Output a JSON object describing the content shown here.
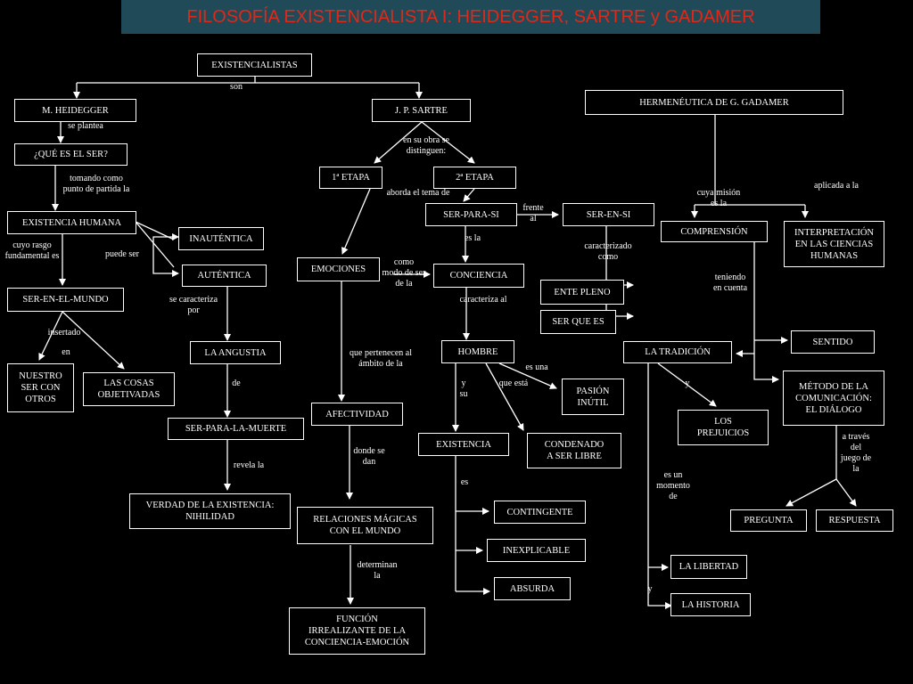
{
  "title": "FILOSOFÍA EXISTENCIALISTA I: HEIDEGGER, SARTRE y GADAMER",
  "nodes": {
    "existencialistas": "EXISTENCIALISTAS",
    "heidegger": "M. HEIDEGGER",
    "sartre": "J. P.  SARTRE",
    "gadamer": "HERMENÉUTICA DE G. GADAMER",
    "que_es_el_ser": "¿QUÉ ES EL SER?",
    "existencia_humana": "EXISTENCIA HUMANA",
    "inautentica": "INAUTÉNTICA",
    "autentica": "AUTÉNTICA",
    "ser_en_el_mundo": "SER-EN-EL-MUNDO",
    "nuestro_ser": "NUESTRO\nSER CON\nOTROS",
    "cosas_objetivadas": "LAS COSAS\nOBJETIVADAS",
    "angustia": "LA ANGUSTIA",
    "ser_para_la_muerte": "SER-PARA-LA-MUERTE",
    "verdad": "VERDAD DE LA EXISTENCIA:\nNIHILIDAD",
    "etapa1": "1ª ETAPA",
    "etapa2": "2ª ETAPA",
    "ser_para_si": "SER-PARA-SI",
    "ser_en_si": "SER-EN-SI",
    "emociones": "EMOCIONES",
    "conciencia": "CONCIENCIA",
    "ente_pleno": "ENTE PLENO",
    "ser_que_es": "SER QUE ES",
    "hombre": "HOMBRE",
    "pasion_inutil": "PASIÓN\nINÚTIL",
    "afectividad": "AFECTIVIDAD",
    "existencia": "EXISTENCIA",
    "condenado": "CONDENADO\nA SER LIBRE",
    "relaciones_magicas": "RELACIONES MÁGICAS\nCON EL MUNDO",
    "contingente": "CONTINGENTE",
    "inexplicable": "INEXPLICABLE",
    "absurda": "ABSURDA",
    "funcion_irrealizante": "FUNCIÓN\nIRREALIZANTE DE LA\nCONCIENCIA-EMOCIÓN",
    "comprension": "COMPRENSIÓN",
    "interpretacion": "INTERPRETACIÓN\nEN LAS CIENCIAS\nHUMANAS",
    "sentido": "SENTIDO",
    "la_tradicion": "LA TRADICIÓN",
    "metodo": "MÉTODO DE LA\nCOMUNICACIÓN:\nEL DIÁLOGO",
    "prejuicios": "LOS\nPREJUICIOS",
    "pregunta": "PREGUNTA",
    "respuesta": "RESPUESTA",
    "la_libertad": "LA LIBERTAD",
    "la_historia": "LA HISTORIA"
  },
  "labels": {
    "son": "son",
    "se_plantea": "se plantea",
    "tomando": "tomando como\npunto de partida la",
    "cuyo_rasgo": "cuyo rasgo\nfundamental es",
    "puede_ser": "puede ser",
    "insertado": "insertado",
    "en": "en",
    "se_caracteriza": "se caracteriza\npor",
    "de": "de",
    "revela_la": "revela la",
    "en_su_obra": "en su obra se\ndistinguen:",
    "aborda": "aborda el tema de",
    "frente_al": "frente\nal",
    "es_la": "es la",
    "caracterizado": "caracterizado\ncomo",
    "como_modo": "como\nmodo de ser\nde la",
    "caracteriza_al": "caracteriza al",
    "es_una": "es una",
    "que_esta": "que está",
    "y_su": "y\nsu",
    "que_pertenecen": "que pertenecen al\námbito de la",
    "donde_se_dan": "donde se\ndan",
    "es": "es",
    "determinan_la": "determinan\nla",
    "cuya_mision": "cuya misión\nes la",
    "aplicada": "aplicada a la",
    "teniendo": "teniendo\nen cuenta",
    "y_prejuicios": "y",
    "es_un_momento": "es un\nmomento\nde",
    "a_traves": "a través\ndel\njuego de\nla",
    "y_historia": "y"
  }
}
